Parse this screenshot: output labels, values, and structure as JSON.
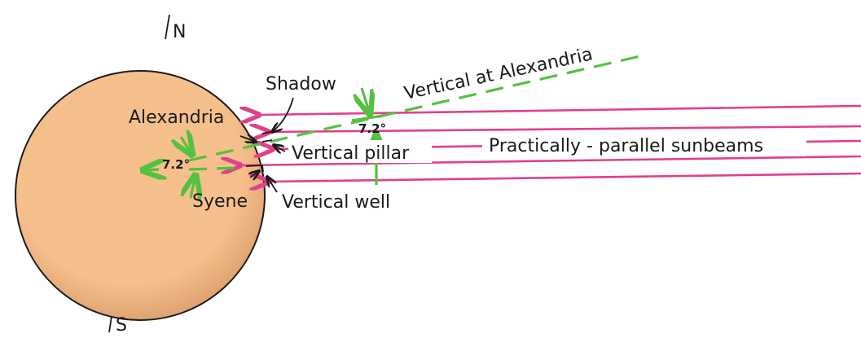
{
  "title": "Eratosthenes measurement of Earth's circumference",
  "labels": {
    "north": "N",
    "south": "S",
    "shadow": "Shadow",
    "alexandria": "Alexandria",
    "syene": "Syene",
    "center_angle": "7.2°",
    "pillar_angle": "7.2°",
    "vertical_pillar": "Vertical pillar",
    "vertical_well": "Vertical well",
    "vertical_at_alexandria": "Vertical at Alexandria",
    "sunbeams": "Practically - parallel sunbeams"
  },
  "colors": {
    "earth": "#f6c08c",
    "sunbeam": "#e0408a",
    "vertical": "#55c140"
  }
}
